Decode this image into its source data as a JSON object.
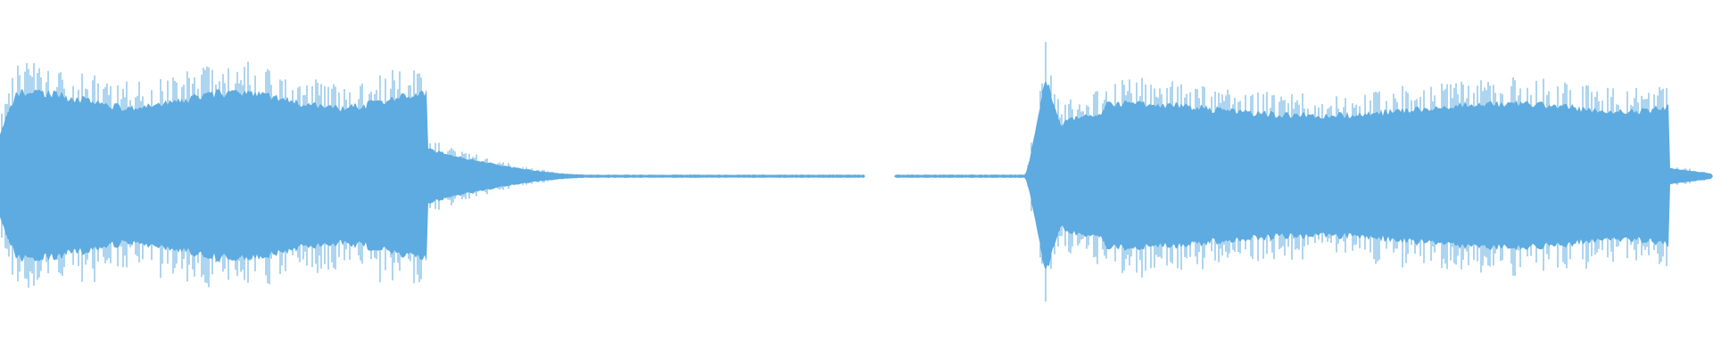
{
  "waveform": {
    "color": "#5dabe0",
    "envelope_segments": [
      {
        "start": 0.0,
        "end": 0.25,
        "peak": 0.72,
        "shape": "sustain-swell",
        "swell_depth": 0.18
      },
      {
        "start": 0.25,
        "end": 0.34,
        "peak": 0.22,
        "shape": "decay"
      },
      {
        "start": 0.34,
        "end": 0.505,
        "peak": 0.012,
        "shape": "silence-noise"
      },
      {
        "start": 0.505,
        "end": 0.522,
        "peak": 0.0,
        "shape": "gap"
      },
      {
        "start": 0.522,
        "end": 0.598,
        "peak": 0.012,
        "shape": "silence-noise"
      },
      {
        "start": 0.598,
        "end": 0.62,
        "peak": 0.88,
        "shape": "attack-spike"
      },
      {
        "start": 0.62,
        "end": 0.645,
        "peak": 0.55,
        "shape": "ramp"
      },
      {
        "start": 0.645,
        "end": 0.975,
        "peak": 0.62,
        "shape": "sustain-wobble",
        "swell_depth": 0.08
      },
      {
        "start": 0.975,
        "end": 1.0,
        "peak": 0.07,
        "shape": "tail"
      }
    ]
  }
}
